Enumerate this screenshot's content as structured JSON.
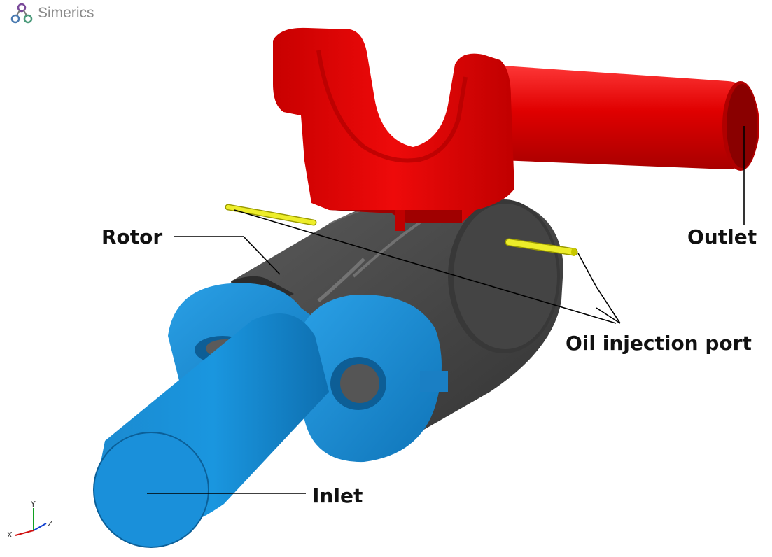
{
  "brand": {
    "name": "Simerics",
    "icon": "simerics-logo-icon"
  },
  "labels": {
    "rotor": "Rotor",
    "outlet": "Outlet",
    "oil_port": "Oil injection port",
    "inlet": "Inlet"
  },
  "axes": {
    "x": "X",
    "y": "Y",
    "z": "Z"
  },
  "colors": {
    "outlet_body": "#e00000",
    "outlet_shade": "#a80000",
    "rotor_body": "#4a4a4a",
    "rotor_shade": "#2e2e2e",
    "inlet_body": "#1a8fd6",
    "inlet_shade": "#0d6aa8",
    "oil_port": "#e8e820",
    "axis_x": "#d01010",
    "axis_y": "#10a020",
    "axis_z": "#1040d0"
  }
}
